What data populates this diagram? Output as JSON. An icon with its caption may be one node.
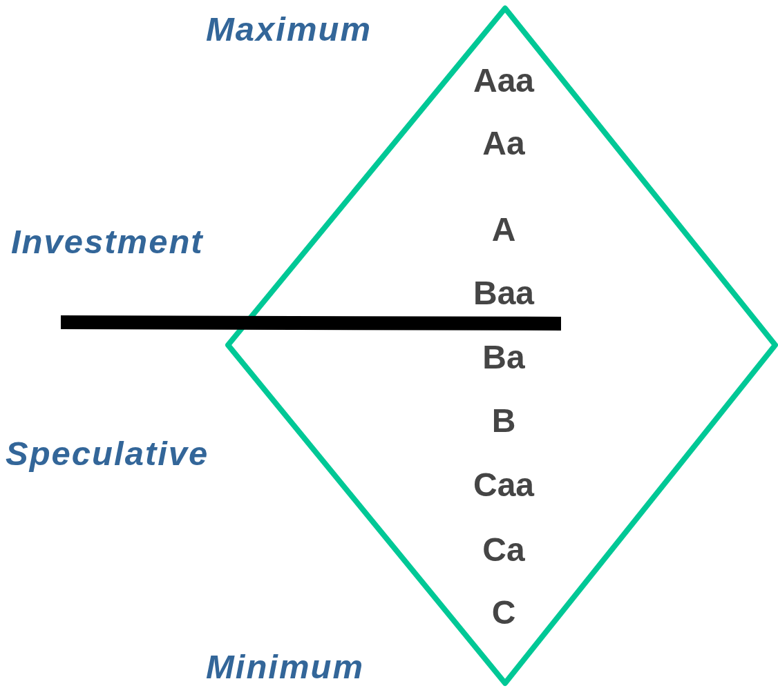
{
  "diagram": {
    "nodes": [
      {
        "text": [
          "Aaa",
          "Aa",
          "A",
          "Baa",
          "Ba",
          "B",
          "Caa",
          "Ca",
          "C"
        ]
      },
      {
        "text": [],
        "shape": "bar"
      }
    ],
    "labels": [
      "Maximum",
      "Investment",
      "Speculative",
      "Minimum"
    ]
  }
}
